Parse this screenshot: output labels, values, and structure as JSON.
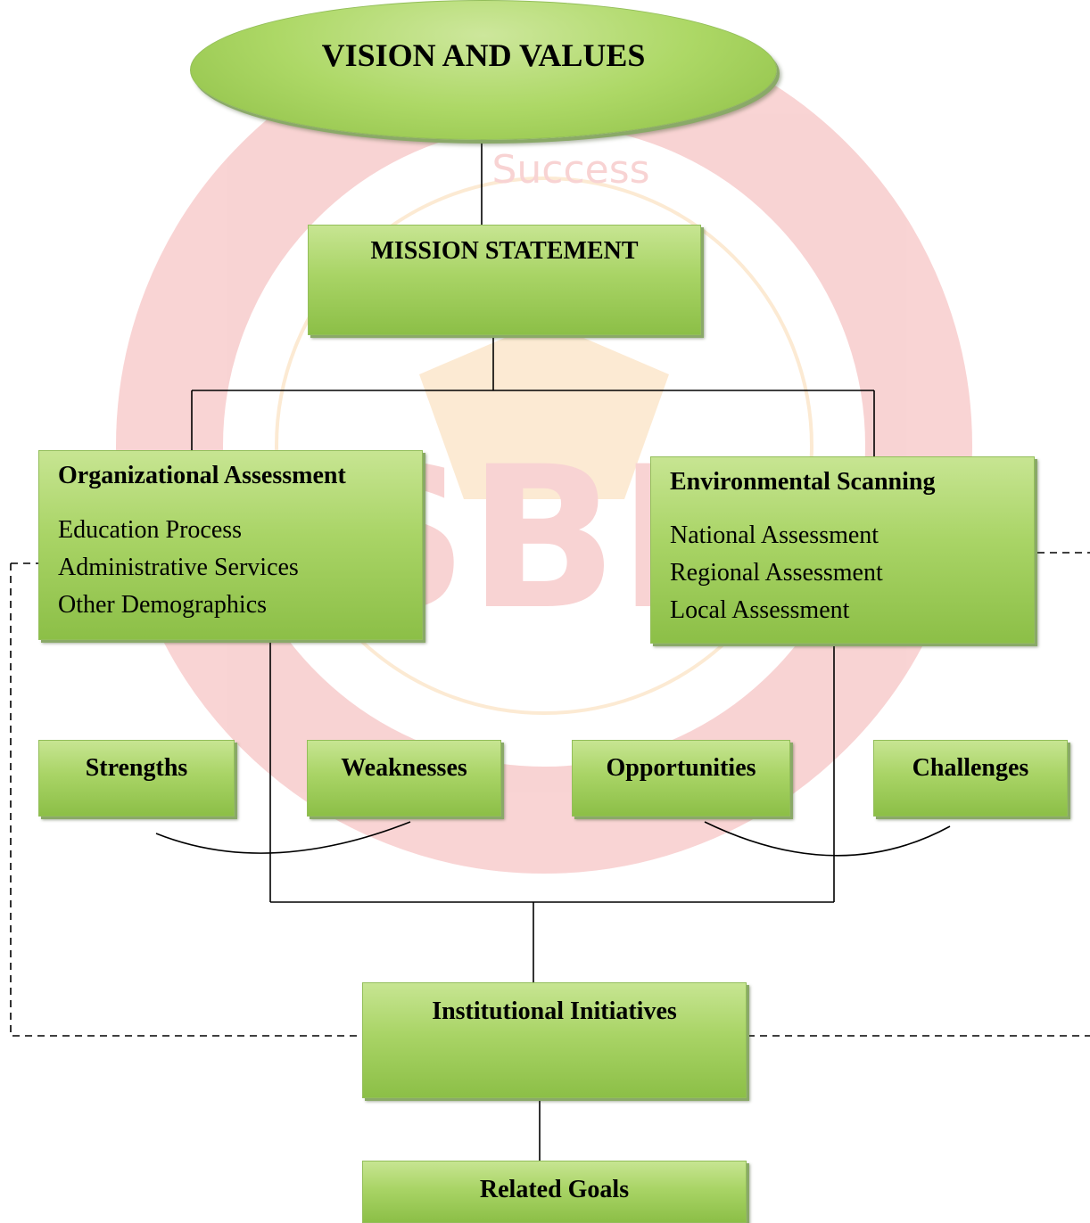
{
  "vision": {
    "title": "VISION AND VALUES"
  },
  "mission": {
    "title": "MISSION STATEMENT"
  },
  "org_assessment": {
    "title": "Organizational Assessment",
    "items": [
      "Education Process",
      "Administrative Services",
      "Other Demographics"
    ]
  },
  "env_scanning": {
    "title": "Environmental Scanning",
    "items": [
      "National Assessment",
      "Regional Assessment",
      "Local Assessment"
    ]
  },
  "swoc": {
    "strengths": "Strengths",
    "weaknesses": "Weaknesses",
    "opportunities": "Opportunities",
    "challenges": "Challenges"
  },
  "initiatives": {
    "title": "Institutional Initiatives"
  },
  "goals": {
    "title": "Related Goals"
  },
  "watermark": {
    "text": "Success",
    "letters": "SBP"
  },
  "colors": {
    "node_fill": "#a9d466",
    "node_shadow": "#8aa968",
    "watermark": "#e23b3b"
  }
}
